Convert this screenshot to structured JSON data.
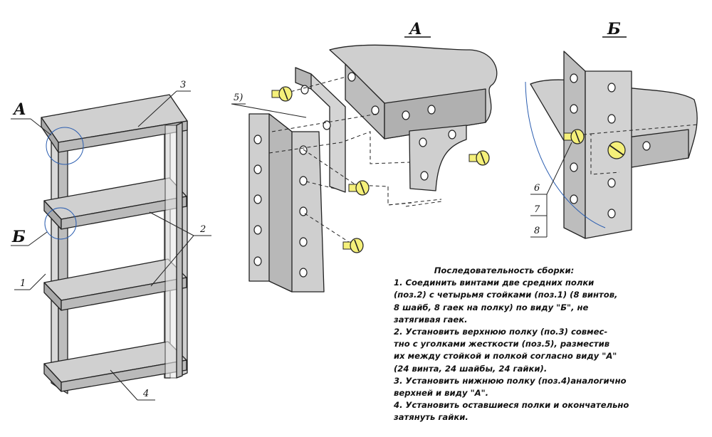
{
  "views": {
    "a": "А",
    "b": "Б"
  },
  "shelf_callouts": {
    "a": "А",
    "b": "Б"
  },
  "positions": {
    "p1": "1",
    "p2": "2",
    "p3": "3",
    "p4": "4",
    "p5": "5)",
    "p6": "6",
    "p7": "7",
    "p8": "8"
  },
  "colors": {
    "metal": "#cfcfcf",
    "metal_dark": "#a9a9a9",
    "screw": "#f5f07a",
    "line": "#222222",
    "callout": "#2a5db0"
  },
  "instructions": {
    "title": "Последовательность сборки:",
    "lines": [
      "1. Соединить винтами две средних полки",
      "(поз.2) с четырьмя стойками (поз.1) (8 винтов,",
      "8 шайб, 8 гаек на полку) по виду \"Б\", не",
      "затягивая гаек.",
      "2. Установить верхнюю полку (по.3) совмес-",
      "тно с уголками жесткости (поз.5), разместив",
      "их между стойкой и полкой согласно виду \"А\"",
      "(24 винта, 24 шайбы, 24 гайки).",
      "3. Установить нижнюю полку (поз.4)аналогично",
      "верхней и виду \"А\".",
      "4. Установить оставшиеся полки и окончательно",
      "затянуть гайки."
    ]
  }
}
